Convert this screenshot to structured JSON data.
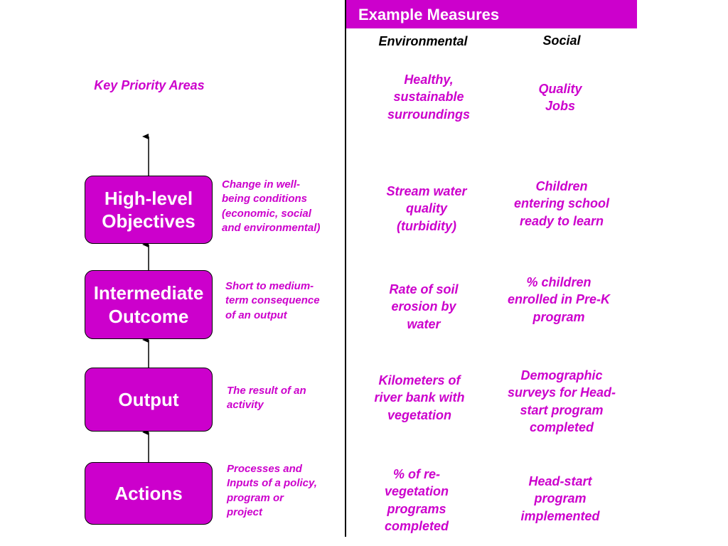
{
  "header": {
    "title": "Example Measures"
  },
  "columns": {
    "environmental": "Environmental",
    "social": "Social"
  },
  "key_priority_areas": "Key Priority Areas",
  "levels": [
    {
      "box_label": "High-level\nObjectives",
      "description": "Change in well-\nbeing conditions\n(economic, social\nand environmental)",
      "environmental": "Stream water\nquality\n(turbidity)",
      "social": "Children\nentering school\nready to learn"
    },
    {
      "box_label": "Intermediate\nOutcome",
      "description": "Short to medium-\nterm consequence\nof an output",
      "environmental": "Rate of soil\nerosion by\nwater",
      "social": "% children\nenrolled in Pre-K\nprogram"
    },
    {
      "box_label": "Output",
      "description": "The result of an\nactivity",
      "environmental": "Kilometers of\nriver bank with\nvegetation",
      "social": "Demographic\nsurveys for Head-\nstart program\ncompleted"
    },
    {
      "box_label": "Actions",
      "description": "Processes and\nInputs of a policy,\nprogram or\nproject",
      "environmental": "% of re-\nvegetation\nprograms\ncompleted",
      "social": "Head-start\nprogram\nimplemented"
    }
  ],
  "top_row": {
    "environmental": "Healthy,\nsustainable\nsurroundings",
    "social": "Quality\nJobs"
  },
  "colors": {
    "accent": "#cc00cc",
    "text_on_accent": "#ffffff",
    "line": "#000000"
  }
}
